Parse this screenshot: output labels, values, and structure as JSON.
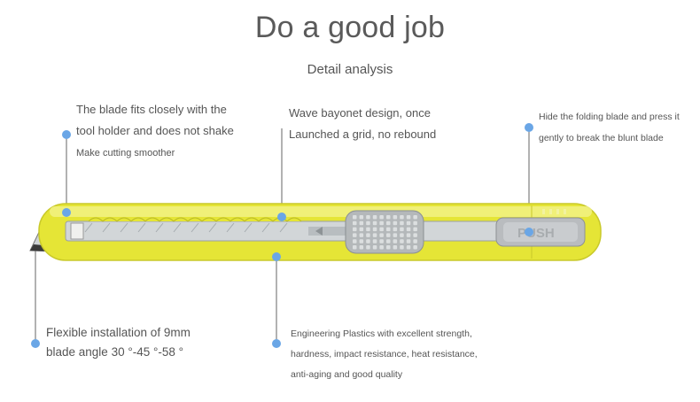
{
  "header": {
    "title": "Do a good job",
    "subtitle": "Detail analysis"
  },
  "callouts": {
    "blade_fit": {
      "line1": "The blade fits closely with the",
      "line2": "tool holder and does not shake",
      "line3": "Make cutting smoother"
    },
    "bayonet": {
      "line1": "Wave bayonet design, once",
      "line2": "Launched a grid, no rebound"
    },
    "folding": {
      "line1": "Hide the folding blade and press it",
      "line2": "gently to break the blunt blade"
    },
    "installation": {
      "line1": "Flexible installation of 9mm",
      "line2": "blade angle 30 °-45 °-58 °"
    },
    "plastics": {
      "line1": "Engineering Plastics with excellent strength,",
      "line2": "hardness, impact resistance, heat resistance,",
      "line3": "anti-aging and good quality"
    }
  },
  "product": {
    "push_label": "PUSH",
    "body_color": "#ecec3c",
    "marker_color": "#6aa6e6"
  }
}
